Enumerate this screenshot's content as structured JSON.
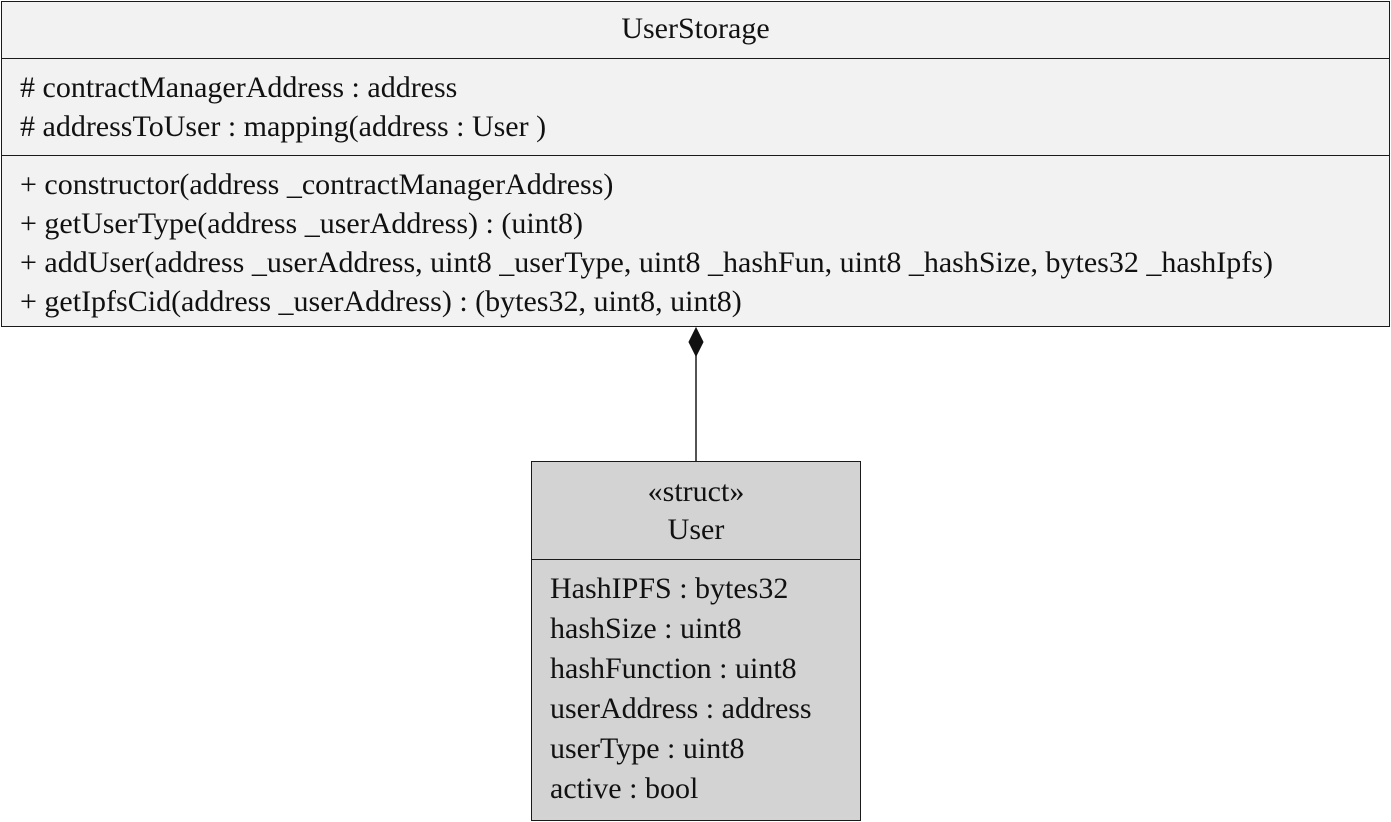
{
  "classes": {
    "user_storage": {
      "name": "UserStorage",
      "attributes": [
        "# contractManagerAddress : address",
        "# addressToUser : mapping(address : User )"
      ],
      "operations": [
        "+ constructor(address _contractManagerAddress)",
        "+ getUserType(address _userAddress) : (uint8)",
        "+ addUser(address _userAddress, uint8 _userType, uint8 _hashFun, uint8 _hashSize, bytes32 _hashIpfs)",
        "+ getIpfsCid(address _userAddress) : (bytes32, uint8, uint8)"
      ],
      "fill_color": "#f2f2f2"
    },
    "user": {
      "stereotype": "«struct»",
      "name": "User",
      "attributes": [
        "HashIPFS : bytes32",
        "hashSize : uint8",
        "hashFunction : uint8",
        "userAddress : address",
        "userType : uint8",
        "active : bool"
      ],
      "fill_color": "#d3d3d3"
    }
  },
  "relationships": [
    {
      "type": "composition",
      "whole": "UserStorage",
      "part": "User"
    }
  ]
}
